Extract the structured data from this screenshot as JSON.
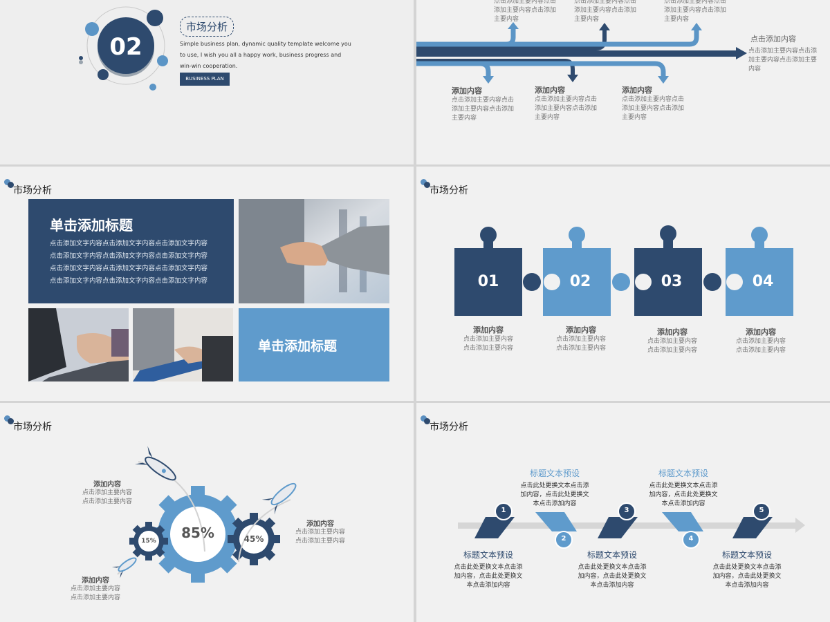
{
  "s1": {
    "number": "02",
    "title": "市场分析",
    "body": "Simple business plan, dynamic quality template welcome you to use, I wish you all a happy work, business progress and win-win cooperation.",
    "button": "BUSINESS PLAN"
  },
  "s2": {
    "top_items": [
      {
        "text": "点击添加主要内容点击添加主要内容点击添加主要内容"
      },
      {
        "text": "点击添加主要内容点击添加主要内容点击添加主要内容"
      },
      {
        "text": "点击添加主要内容点击添加主要内容点击添加主要内容"
      }
    ],
    "right": {
      "title": "点击添加内容",
      "text": "点击添加主要内容点击添加主要内容点击添加主要内容"
    },
    "bottom_items": [
      {
        "title": "添加内容",
        "text": "点击添加主要内容点击添加主要内容点击添加主要内容"
      },
      {
        "title": "添加内容",
        "text": "点击添加主要内容点击添加主要内容点击添加主要内容"
      },
      {
        "title": "添加内容",
        "text": "点击添加主要内容点击添加主要内容点击添加主要内容"
      }
    ]
  },
  "s3": {
    "header": "市场分析",
    "box1_title": "单击添加标题",
    "box1_lines": [
      "点击添加文字内容点击添加文字内容点击添加文字内容",
      "点击添加文字内容点击添加文字内容点击添加文字内容",
      "点击添加文字内容点击添加文字内容点击添加文字内容",
      "点击添加文字内容点击添加文字内容点击添加文字内容"
    ],
    "box2_title": "单击添加标题"
  },
  "s4": {
    "header": "市场分析",
    "pieces": [
      {
        "num": "01",
        "title": "添加内容",
        "l1": "点击添加主要内容",
        "l2": "点击添加主要内容"
      },
      {
        "num": "02",
        "title": "添加内容",
        "l1": "点击添加主要内容",
        "l2": "点击添加主要内容"
      },
      {
        "num": "03",
        "title": "添加内容",
        "l1": "点击添加主要内容",
        "l2": "点击添加主要内容"
      },
      {
        "num": "04",
        "title": "添加内容",
        "l1": "点击添加主要内容",
        "l2": "点击添加主要内容"
      }
    ]
  },
  "s5": {
    "header": "市场分析",
    "big": "85%",
    "mid": "45%",
    "small": "15%",
    "label_top": {
      "title": "添加内容",
      "l1": "点击添加主要内容",
      "l2": "点击添加主要内容"
    },
    "label_right": {
      "title": "添加内容",
      "l1": "点击添加主要内容",
      "l2": "点击添加主要内容"
    },
    "label_bottom": {
      "title": "添加内容",
      "l1": "点击添加主要内容",
      "l2": "点击添加主要内容"
    }
  },
  "s6": {
    "header": "市场分析",
    "steps": [
      "1",
      "2",
      "3",
      "4",
      "5"
    ],
    "top_blocks": [
      {
        "title": "标题文本预设",
        "l1": "点击此处更换文本点击添",
        "l2": "加内容，点击此处更换文",
        "l3": "本点击添加内容"
      },
      {
        "title": "标题文本预设",
        "l1": "点击此处更换文本点击添",
        "l2": "加内容，点击此处更换文",
        "l3": "本点击添加内容"
      }
    ],
    "bottom_blocks": [
      {
        "title": "标题文本预设",
        "l1": "点击此处更换文本点击添",
        "l2": "加内容，点击此处更换文",
        "l3": "本点击添加内容"
      },
      {
        "title": "标题文本预设",
        "l1": "点击此处更换文本点击添",
        "l2": "加内容，点击此处更换文",
        "l3": "本点击添加内容"
      },
      {
        "title": "标题文本预设",
        "l1": "点击此处更换文本点击添",
        "l2": "加内容，点击此处更换文",
        "l3": "本点击添加内容"
      }
    ]
  },
  "colors": {
    "dark": "#2e4a6e",
    "light": "#5b95c6",
    "gray": "#cfcfcf"
  }
}
